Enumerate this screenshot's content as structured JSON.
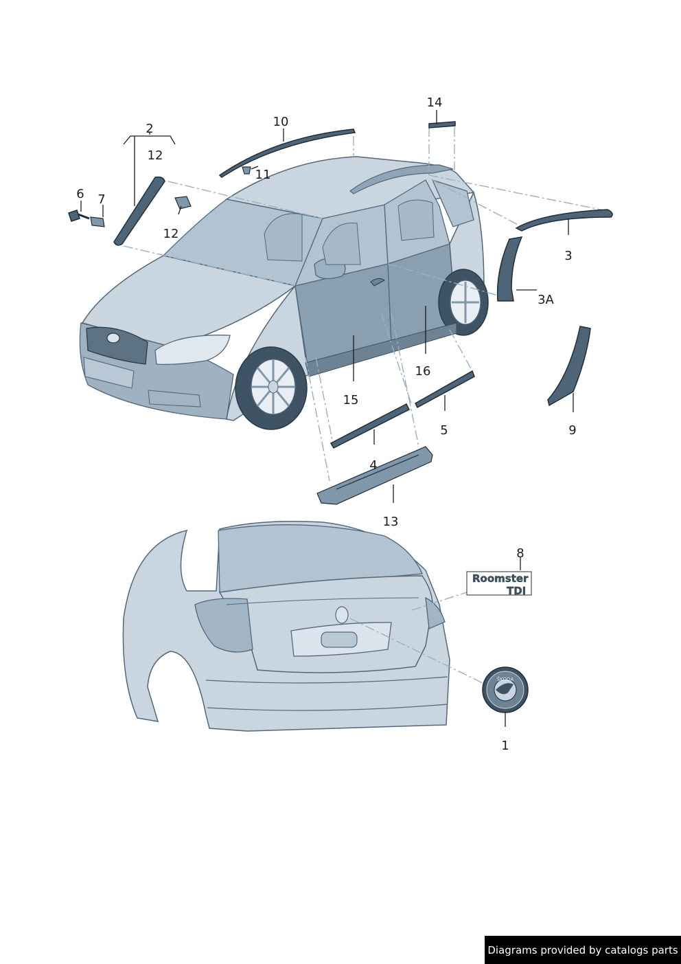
{
  "callouts": {
    "c1": "1",
    "c2": "2",
    "c3": "3",
    "c3a": "3A",
    "c4": "4",
    "c5": "5",
    "c6": "6",
    "c7": "7",
    "c8": "8",
    "c9": "9",
    "c10": "10",
    "c11": "11",
    "c12a": "12",
    "c12b": "12",
    "c13": "13",
    "c14": "14",
    "c15": "15",
    "c16": "16"
  },
  "badge": {
    "line1": "Roomster",
    "line2": "TDI"
  },
  "emblem": {
    "text": "ŠKODA"
  },
  "footer": {
    "text": "Diagrams provided by catalogs parts"
  }
}
